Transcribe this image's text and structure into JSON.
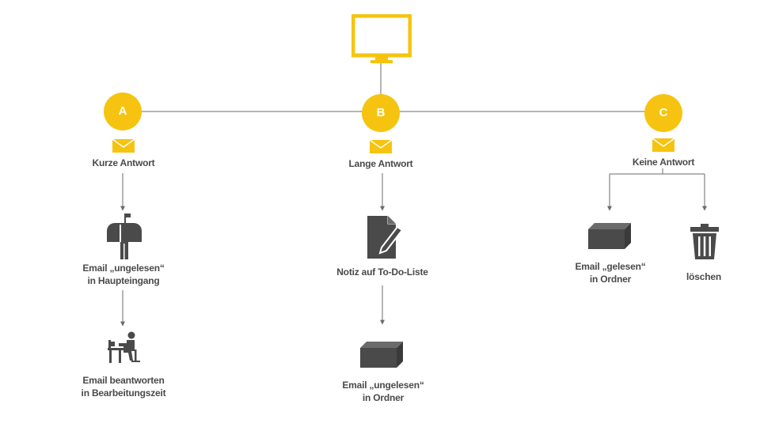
{
  "branches": {
    "a": {
      "letter": "A",
      "response_label": "Kurze Antwort",
      "step1_line1": "Email „ungelesen“",
      "step1_line2": "in Haupteingang",
      "step2_line1": "Email beantworten",
      "step2_line2": "in Bearbeitungszeit"
    },
    "b": {
      "letter": "B",
      "response_label": "Lange Antwort",
      "step1_label": "Notiz auf To-Do-Liste",
      "step2_line1": "Email „ungelesen“",
      "step2_line2": "in Ordner"
    },
    "c": {
      "letter": "C",
      "response_label": "Keine Antwort",
      "option1_line1": "Email „gelesen“",
      "option1_line2": "in Ordner",
      "option2_label": "löschen"
    }
  },
  "colors": {
    "accent": "#f6c410",
    "icon": "#4a4a4a",
    "line": "#6b6b6b"
  },
  "icons": {
    "root": "monitor-icon",
    "envelope": "envelope-icon",
    "a_step1": "mailbox-icon",
    "a_step2": "person-at-desk-icon",
    "b_step1": "document-pen-icon",
    "b_step2": "box-icon",
    "c_option1": "box-icon",
    "c_option2": "trash-icon"
  }
}
